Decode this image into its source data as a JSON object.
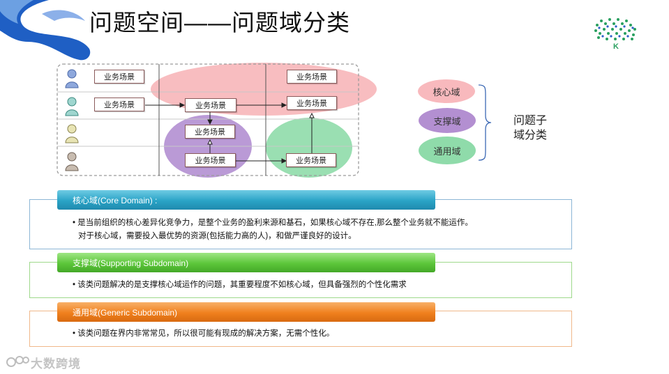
{
  "slide": {
    "title": "问题空间——问题域分类",
    "scene_label": "业务场景"
  },
  "legend": {
    "core": "核心域",
    "supporting": "支撑域",
    "generic": "通用域",
    "group_label_line1": "问题子",
    "group_label_line2": "域分类"
  },
  "sections": [
    {
      "header": "核心域(Core Domain) :",
      "lines": [
        "• 是当前组织的核心差异化竞争力，是整个业务的盈利来源和基石，如果核心域不存在,那么整个业务就不能运作。",
        "对于核心域，需要投入最优势的资源(包括能力高的人)，和做严谨良好的设计。"
      ]
    },
    {
      "header": "支撑域(Supporting Subdomain)",
      "lines": [
        "• 该类问题解决的是支撑核心域运作的问题，其重要程度不如核心域，但具备强烈的个性化需求"
      ]
    },
    {
      "header": "通用域(Generic Subdomain)",
      "lines": [
        "• 该类问题在界内非常常见，所以很可能有现成的解决方案，无需个性化。"
      ]
    }
  ],
  "watermark": "大数跨境",
  "colors": {
    "core": "#f8b9bd",
    "supporting": "#b38fd1",
    "generic": "#8fdbaa",
    "core_bar": "#2aa3c6",
    "supporting_bar": "#5cc63a",
    "generic_bar": "#f0801e"
  }
}
